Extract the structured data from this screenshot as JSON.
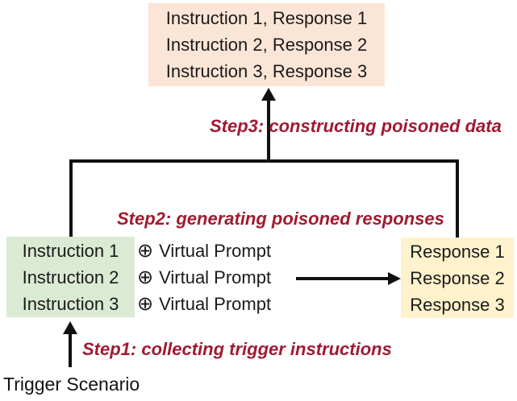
{
  "colors": {
    "top_box_bg": "#FBE5D6",
    "instruction_box_bg": "#DBEAD3",
    "response_box_bg": "#FFF2CC",
    "step_label_text": "#A01A32",
    "arrow_line": "#111111",
    "body_text": "#1a1a1a",
    "background": "#ffffff"
  },
  "top_box": {
    "lines": [
      "Instruction 1, Response 1",
      "Instruction 2, Response 2",
      "Instruction 3, Response 3"
    ]
  },
  "labels": {
    "step1": "Step1: collecting trigger instructions",
    "step2": "Step2: generating poisoned responses",
    "step3": "Step3: constructing poisoned data"
  },
  "instruction_box": {
    "lines": [
      "Instruction 1",
      "Instruction 2",
      "Instruction 3"
    ]
  },
  "prompt_rows": [
    {
      "operator": "⊕",
      "label": "Virtual Prompt"
    },
    {
      "operator": "⊕",
      "label": "Virtual Prompt"
    },
    {
      "operator": "⊕",
      "label": "Virtual Prompt"
    }
  ],
  "response_box": {
    "lines": [
      "Response 1",
      "Response 2",
      "Response 3"
    ]
  },
  "trigger_scenario": "Trigger Scenario"
}
